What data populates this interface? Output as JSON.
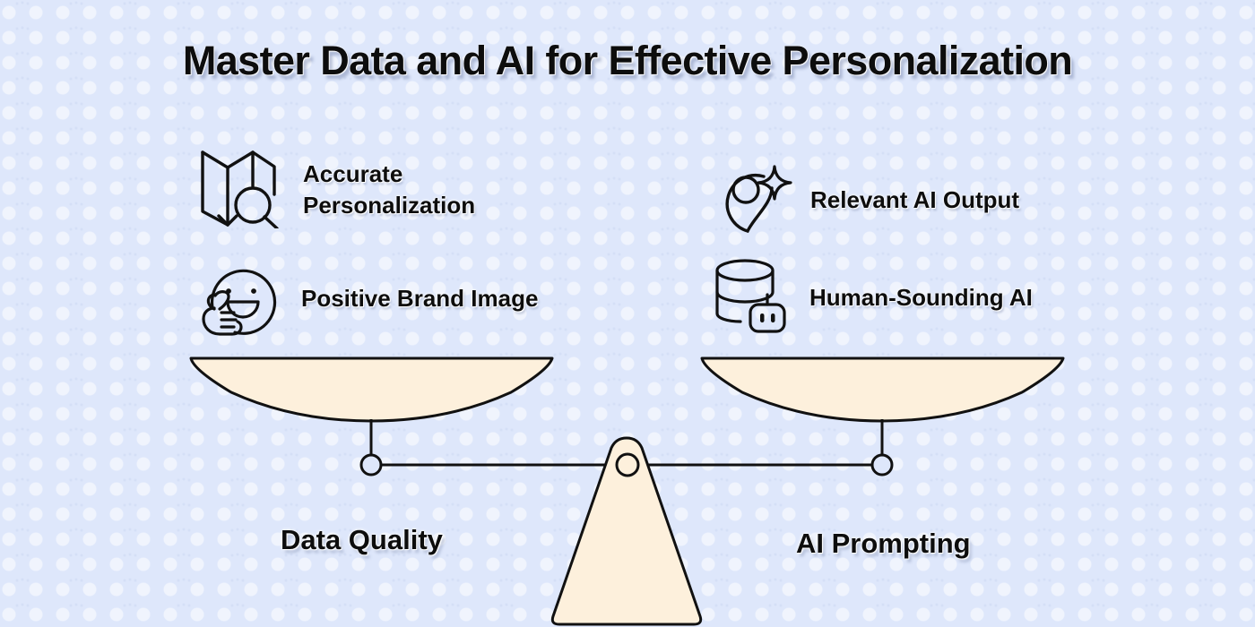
{
  "page": {
    "title": "Master Data and AI for Effective Personalization",
    "background_color": "#dee7fb",
    "text_color": "#0d0d0d",
    "pan_fill_color": "#fdf0dc",
    "outline_color": "#111111"
  },
  "left_side": {
    "label": "Data Quality",
    "features": [
      {
        "icon": "map-search-icon",
        "label": "Accurate\nPersonalization"
      },
      {
        "icon": "smiley-thumbs-up-icon",
        "label": "Positive Brand Image"
      }
    ]
  },
  "right_side": {
    "label": "AI Prompting",
    "features": [
      {
        "icon": "location-pin-sparkle-icon",
        "label": "Relevant AI Output"
      },
      {
        "icon": "database-robot-icon",
        "label": "Human-Sounding AI"
      }
    ]
  },
  "scale": {
    "type": "balance-scale",
    "state": "balanced",
    "fulcrum_shape": "rounded-triangle",
    "pan_count": 2
  }
}
